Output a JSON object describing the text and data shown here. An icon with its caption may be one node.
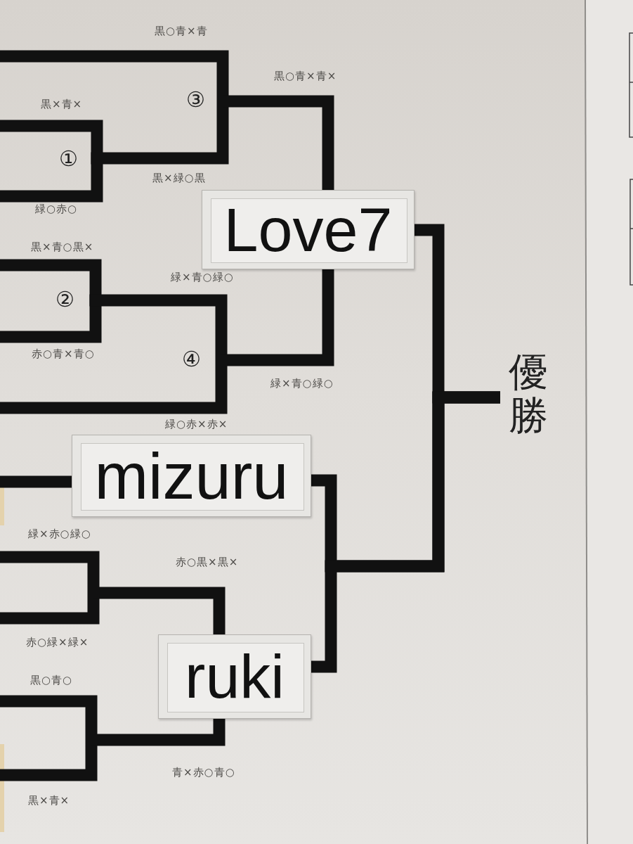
{
  "diagram": {
    "nodes": [
      {
        "text": [
          "Love7"
        ]
      },
      {
        "text": [
          "mizuru"
        ]
      },
      {
        "text": [
          "ruki"
        ]
      },
      {
        "text": [
          "優勝"
        ]
      }
    ],
    "edges": [
      {
        "from": null,
        "to": 0,
        "arrow": "none"
      },
      {
        "from": null,
        "to": 0,
        "arrow": "none"
      },
      {
        "from": 0,
        "to": 3,
        "arrow": "none"
      },
      {
        "from": null,
        "to": 1,
        "arrow": "none"
      },
      {
        "from": 1,
        "to": 3,
        "arrow": "none"
      },
      {
        "from": null,
        "to": 2,
        "arrow": "none"
      },
      {
        "from": null,
        "to": 2,
        "arrow": "none"
      },
      {
        "from": 2,
        "to": 3,
        "arrow": "none"
      }
    ],
    "labels": [
      "黒○青×青",
      "黒○青×青×",
      "③",
      "黒×青×",
      "①",
      "黒×緑○黒",
      "緑○赤○",
      "黒×青○黒×",
      "緑×青○緑○",
      "②",
      "赤○青×青○",
      "④",
      "緑×青○緑○",
      "緑○赤×赤×",
      "緑×赤○緑○",
      "赤○黒×黒×",
      "赤○緑×緑×",
      "黒○青○",
      "青×赤○青○",
      "黒×青×"
    ]
  }
}
